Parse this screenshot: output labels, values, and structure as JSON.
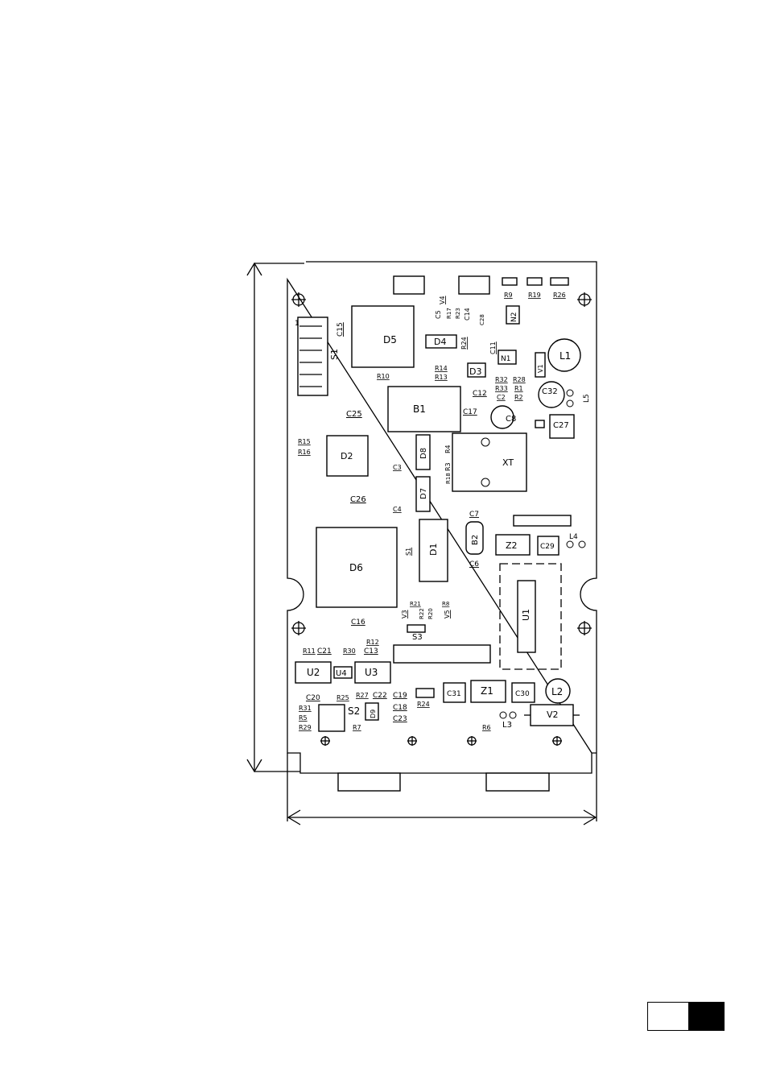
{
  "diagram": {
    "name": "pcb-component-layout",
    "pin_marker": "1",
    "labels": [
      "S1",
      "C15",
      "D5",
      "R10",
      "C5",
      "V4",
      "R17",
      "R23",
      "C14",
      "C28",
      "N2",
      "R9",
      "R19",
      "R26",
      "D4",
      "R24",
      "C11",
      "N1",
      "V1",
      "L1",
      "R14",
      "R13",
      "D3",
      "R32",
      "R33",
      "C2",
      "R28",
      "R1",
      "R2",
      "C32",
      "L5",
      "C25",
      "B1",
      "C17",
      "C12",
      "C8",
      "C27",
      "R15",
      "R16",
      "D2",
      "C3",
      "D8",
      "R4",
      "R3",
      "XT",
      "R18",
      "C26",
      "C4",
      "D7",
      "C7",
      "B2",
      "Z2",
      "C29",
      "L4",
      "D6",
      "S1",
      "D1",
      "C6",
      "U1",
      "R21",
      "R22",
      "R20",
      "R8",
      "V3",
      "V5",
      "S3",
      "C16",
      "R12",
      "R11",
      "C21",
      "R30",
      "C13",
      "U2",
      "U4",
      "U3",
      "C20",
      "R25",
      "R27",
      "C22",
      "C19",
      "R24",
      "C31",
      "Z1",
      "C30",
      "L2",
      "R31",
      "R5",
      "R29",
      "S2",
      "R7",
      "D9",
      "C18",
      "C23",
      "R6",
      "L3",
      "V2"
    ]
  },
  "page_marker": {
    "fill_left": "#ffffff",
    "fill_right": "#000000"
  }
}
